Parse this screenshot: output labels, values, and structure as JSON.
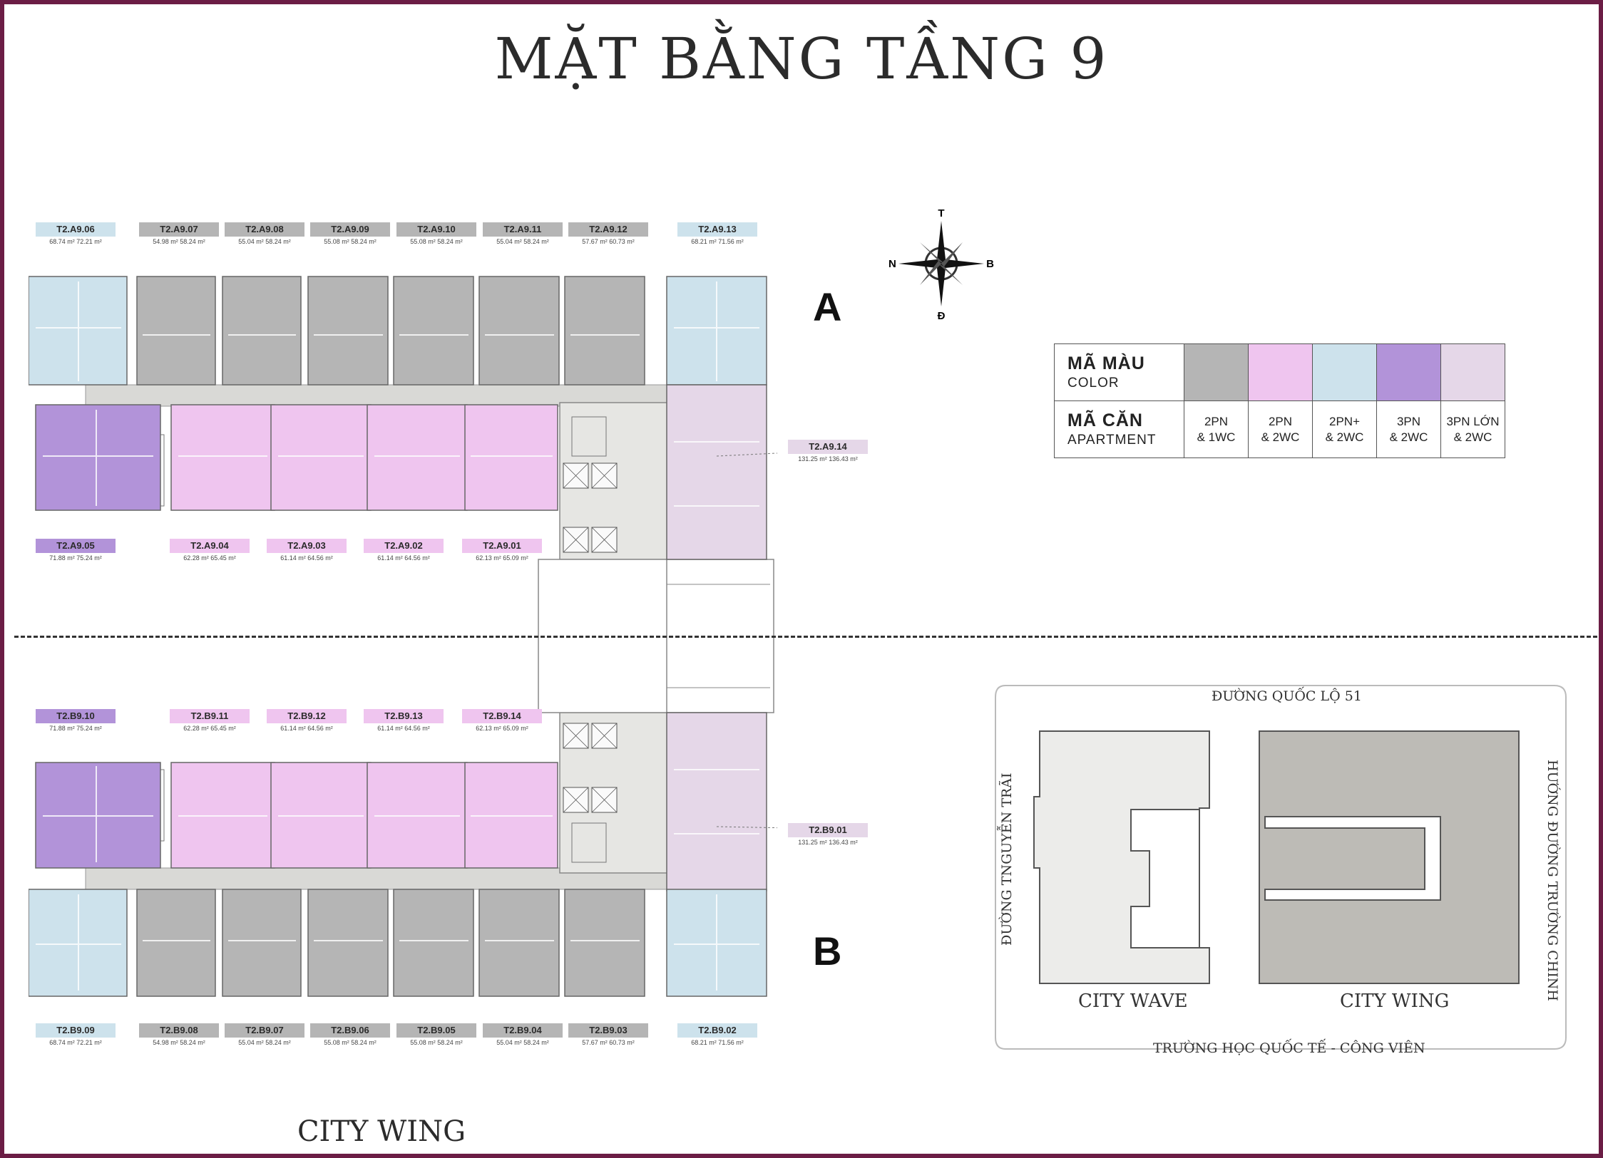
{
  "title": "MẶT BẰNG TẦNG 9",
  "bottom_title": "CITY WING",
  "wing_labels": {
    "a": "A",
    "b": "B"
  },
  "compass": {
    "n": "N",
    "s": "Đ",
    "e": "B",
    "t": "T",
    "icon": "compass-rose-icon"
  },
  "legend": {
    "color_title": "MÃ MÀU",
    "color_subtitle": "COLOR",
    "apartment_title": "MÃ CĂN",
    "apartment_subtitle": "APARTMENT",
    "types": [
      {
        "line1": "2PN",
        "line2": "& 1WC",
        "color": "#b5b5b5"
      },
      {
        "line1": "2PN",
        "line2": "& 2WC",
        "color": "#efc5ef"
      },
      {
        "line1": "2PN+",
        "line2": "& 2WC",
        "color": "#cde2ec"
      },
      {
        "line1": "3PN",
        "line2": "& 2WC",
        "color": "#b293d9"
      },
      {
        "line1": "3PN LỚN",
        "line2": "& 2WC",
        "color": "#e5d7e8"
      }
    ]
  },
  "units_a_top": [
    {
      "code": "T2.A9.06",
      "area": "68.74 m²  72.21 m²"
    },
    {
      "code": "T2.A9.07",
      "area": "54.98 m²  58.24 m²"
    },
    {
      "code": "T2.A9.08",
      "area": "55.04 m²  58.24 m²"
    },
    {
      "code": "T2.A9.09",
      "area": "55.08 m²  58.24 m²"
    },
    {
      "code": "T2.A9.10",
      "area": "55.08 m²  58.24 m²"
    },
    {
      "code": "T2.A9.11",
      "area": "55.04 m²  58.24 m²"
    },
    {
      "code": "T2.A9.12",
      "area": "57.67 m²  60.73 m²"
    },
    {
      "code": "T2.A9.13",
      "area": "68.21 m²  71.56 m²"
    }
  ],
  "units_a_mid": [
    {
      "code": "T2.A9.05",
      "area": "71.88 m²  75.24 m²"
    },
    {
      "code": "T2.A9.04",
      "area": "62.28 m²  65.45 m²"
    },
    {
      "code": "T2.A9.03",
      "area": "61.14 m²  64.56 m²"
    },
    {
      "code": "T2.A9.02",
      "area": "61.14 m²  64.56 m²"
    },
    {
      "code": "T2.A9.01",
      "area": "62.13 m²  65.09 m²"
    }
  ],
  "unit_a_side": {
    "code": "T2.A9.14",
    "area": "131.25 m²  136.43 m²"
  },
  "units_b_mid": [
    {
      "code": "T2.B9.10",
      "area": "71.88 m²  75.24 m²"
    },
    {
      "code": "T2.B9.11",
      "area": "62.28 m²  65.45 m²"
    },
    {
      "code": "T2.B9.12",
      "area": "61.14 m²  64.56 m²"
    },
    {
      "code": "T2.B9.13",
      "area": "61.14 m²  64.56 m²"
    },
    {
      "code": "T2.B9.14",
      "area": "62.13 m²  65.09 m²"
    }
  ],
  "unit_b_side": {
    "code": "T2.B9.01",
    "area": "131.25 m²  136.43 m²"
  },
  "units_b_bottom": [
    {
      "code": "T2.B9.09",
      "area": "68.74 m²  72.21 m²"
    },
    {
      "code": "T2.B9.08",
      "area": "54.98 m²  58.24 m²"
    },
    {
      "code": "T2.B9.07",
      "area": "55.04 m²  58.24 m²"
    },
    {
      "code": "T2.B9.06",
      "area": "55.08 m²  58.24 m²"
    },
    {
      "code": "T2.B9.05",
      "area": "55.08 m²  58.24 m²"
    },
    {
      "code": "T2.B9.04",
      "area": "55.04 m²  58.24 m²"
    },
    {
      "code": "T2.B9.03",
      "area": "57.67 m²  60.73 m²"
    },
    {
      "code": "T2.B9.02",
      "area": "68.21 m²  71.56 m²"
    }
  ],
  "site": {
    "road_top": "ĐƯỜNG QUỐC LỘ 51",
    "road_bottom": "TRƯỜNG HỌC QUỐC TẾ - CÔNG VIÊN",
    "road_left": "ĐƯỜNG TNGUYỄN TRÃI",
    "road_right": "HƯỚNG ĐƯỜNG TRƯỜNG CHINH",
    "building_left": "CITY WAVE",
    "building_right": "CITY WING"
  }
}
